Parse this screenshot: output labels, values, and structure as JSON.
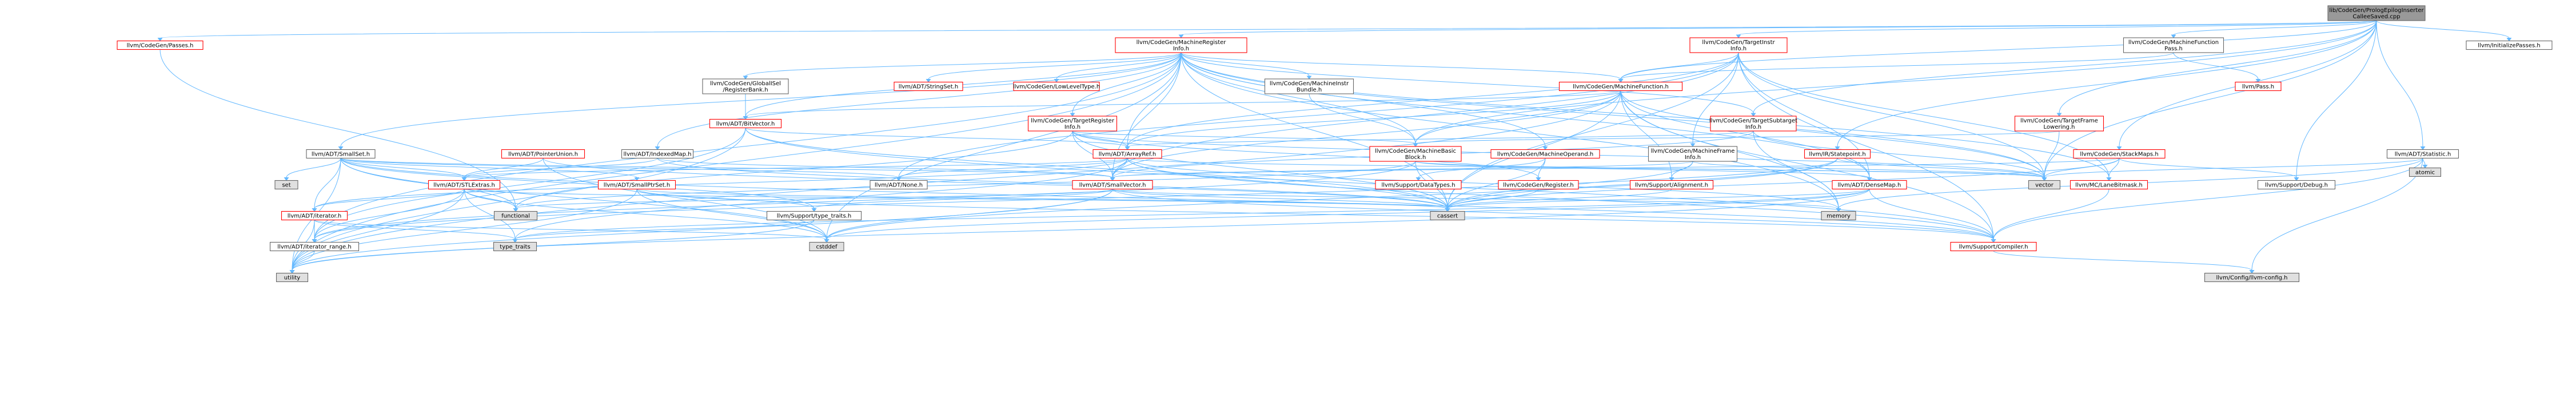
{
  "colors": {
    "root_fill": "#999999",
    "plain_fill": "#ffffff",
    "missing_fill": "#e0e0e0",
    "plain_border": "#666666",
    "red_border": "#ff0000",
    "edge": "#63b8ff"
  },
  "nodes": [
    {
      "id": "root",
      "lines": [
        "lib/CodeGen/PrologEpilogInserter",
        "CalleeSaved.cpp"
      ],
      "kind": "root"
    },
    {
      "id": "passes",
      "lines": [
        "llvm/CodeGen/Passes.h"
      ],
      "kind": "red"
    },
    {
      "id": "mri",
      "lines": [
        "llvm/CodeGen/MachineRegister",
        "Info.h"
      ],
      "kind": "red"
    },
    {
      "id": "tii",
      "lines": [
        "llvm/CodeGen/TargetInstr",
        "Info.h"
      ],
      "kind": "red"
    },
    {
      "id": "mfp",
      "lines": [
        "llvm/CodeGen/MachineFunction",
        "Pass.h"
      ],
      "kind": "plain"
    },
    {
      "id": "initpasses",
      "lines": [
        "llvm/InitializePasses.h"
      ],
      "kind": "plain"
    },
    {
      "id": "gisel",
      "lines": [
        "llvm/CodeGen/GlobalISel",
        "/RegisterBank.h"
      ],
      "kind": "plain"
    },
    {
      "id": "stringset",
      "lines": [
        "llvm/ADT/StringSet.h"
      ],
      "kind": "red"
    },
    {
      "id": "lowlevel",
      "lines": [
        "llvm/CodeGen/LowLevelType.h"
      ],
      "kind": "red"
    },
    {
      "id": "mibundle",
      "lines": [
        "llvm/CodeGen/MachineInstr",
        "Bundle.h"
      ],
      "kind": "plain"
    },
    {
      "id": "mf",
      "lines": [
        "llvm/CodeGen/MachineFunction.h"
      ],
      "kind": "red"
    },
    {
      "id": "pass",
      "lines": [
        "llvm/Pass.h"
      ],
      "kind": "red"
    },
    {
      "id": "bitvector",
      "lines": [
        "llvm/ADT/BitVector.h"
      ],
      "kind": "red"
    },
    {
      "id": "tri",
      "lines": [
        "llvm/CodeGen/TargetRegister",
        "Info.h"
      ],
      "kind": "red"
    },
    {
      "id": "tsi",
      "lines": [
        "llvm/CodeGen/TargetSubtarget",
        "Info.h"
      ],
      "kind": "red"
    },
    {
      "id": "tfl",
      "lines": [
        "llvm/CodeGen/TargetFrame",
        "Lowering.h"
      ],
      "kind": "red"
    },
    {
      "id": "smallset",
      "lines": [
        "llvm/ADT/SmallSet.h"
      ],
      "kind": "plain"
    },
    {
      "id": "ptrunion",
      "lines": [
        "llvm/ADT/PointerUnion.h"
      ],
      "kind": "red"
    },
    {
      "id": "indexedmap",
      "lines": [
        "llvm/ADT/IndexedMap.h"
      ],
      "kind": "plain"
    },
    {
      "id": "arrayref",
      "lines": [
        "llvm/ADT/ArrayRef.h"
      ],
      "kind": "red"
    },
    {
      "id": "mbb",
      "lines": [
        "llvm/CodeGen/MachineBasic",
        "Block.h"
      ],
      "kind": "red"
    },
    {
      "id": "mo",
      "lines": [
        "llvm/CodeGen/MachineOperand.h"
      ],
      "kind": "red"
    },
    {
      "id": "mfi",
      "lines": [
        "llvm/CodeGen/MachineFrame",
        "Info.h"
      ],
      "kind": "plain"
    },
    {
      "id": "statepoint",
      "lines": [
        "llvm/IR/Statepoint.h"
      ],
      "kind": "red"
    },
    {
      "id": "stackmaps",
      "lines": [
        "llvm/CodeGen/StackMaps.h"
      ],
      "kind": "red"
    },
    {
      "id": "statistic",
      "lines": [
        "llvm/ADT/Statistic.h"
      ],
      "kind": "plain"
    },
    {
      "id": "atomic",
      "lines": [
        "atomic"
      ],
      "kind": "missing"
    },
    {
      "id": "set",
      "lines": [
        "set"
      ],
      "kind": "missing"
    },
    {
      "id": "stlextras",
      "lines": [
        "llvm/ADT/STLExtras.h"
      ],
      "kind": "red"
    },
    {
      "id": "smallptrset",
      "lines": [
        "llvm/ADT/SmallPtrSet.h"
      ],
      "kind": "red"
    },
    {
      "id": "none",
      "lines": [
        "llvm/ADT/None.h"
      ],
      "kind": "plain"
    },
    {
      "id": "smallvector",
      "lines": [
        "llvm/ADT/SmallVector.h"
      ],
      "kind": "red"
    },
    {
      "id": "datatypes",
      "lines": [
        "llvm/Support/DataTypes.h"
      ],
      "kind": "red"
    },
    {
      "id": "register",
      "lines": [
        "llvm/CodeGen/Register.h"
      ],
      "kind": "red"
    },
    {
      "id": "alignment",
      "lines": [
        "llvm/Support/Alignment.h"
      ],
      "kind": "red"
    },
    {
      "id": "densemap",
      "lines": [
        "llvm/ADT/DenseMap.h"
      ],
      "kind": "red"
    },
    {
      "id": "lanebitmask",
      "lines": [
        "llvm/MC/LaneBitmask.h"
      ],
      "kind": "red"
    },
    {
      "id": "vector",
      "lines": [
        "vector"
      ],
      "kind": "missing"
    },
    {
      "id": "debug",
      "lines": [
        "llvm/Support/Debug.h"
      ],
      "kind": "plain"
    },
    {
      "id": "iterator",
      "lines": [
        "llvm/ADT/iterator.h"
      ],
      "kind": "red"
    },
    {
      "id": "functional",
      "lines": [
        "functional"
      ],
      "kind": "missing"
    },
    {
      "id": "typetraitsh",
      "lines": [
        "llvm/Support/type_traits.h"
      ],
      "kind": "plain"
    },
    {
      "id": "cassert",
      "lines": [
        "cassert"
      ],
      "kind": "missing"
    },
    {
      "id": "memory",
      "lines": [
        "memory"
      ],
      "kind": "missing"
    },
    {
      "id": "typetraits",
      "lines": [
        "type_traits"
      ],
      "kind": "missing"
    },
    {
      "id": "cstddef",
      "lines": [
        "cstddef"
      ],
      "kind": "missing"
    },
    {
      "id": "iterrange",
      "lines": [
        "llvm/ADT/iterator_range.h"
      ],
      "kind": "plain"
    },
    {
      "id": "compiler",
      "lines": [
        "llvm/Support/Compiler.h"
      ],
      "kind": "red"
    },
    {
      "id": "utility",
      "lines": [
        "utility"
      ],
      "kind": "missing"
    },
    {
      "id": "llvmconfig",
      "lines": [
        "llvm/Config/llvm-config.h"
      ],
      "kind": "missing"
    }
  ],
  "edges": [
    [
      "root",
      "passes"
    ],
    [
      "root",
      "mri"
    ],
    [
      "root",
      "tii"
    ],
    [
      "root",
      "mfp"
    ],
    [
      "root",
      "initpasses"
    ],
    [
      "root",
      "mf"
    ],
    [
      "root",
      "mbb"
    ],
    [
      "root",
      "tfl"
    ],
    [
      "root",
      "tsi"
    ],
    [
      "root",
      "statistic"
    ],
    [
      "root",
      "debug"
    ],
    [
      "root",
      "vector"
    ],
    [
      "root",
      "statepoint"
    ],
    [
      "root",
      "stackmaps"
    ],
    [
      "passes",
      "functional"
    ],
    [
      "mri",
      "gisel"
    ],
    [
      "mri",
      "stringset"
    ],
    [
      "mri",
      "lowlevel"
    ],
    [
      "mri",
      "mibundle"
    ],
    [
      "mri",
      "mf"
    ],
    [
      "mri",
      "bitvector"
    ],
    [
      "mri",
      "tri"
    ],
    [
      "mri",
      "tsi"
    ],
    [
      "mri",
      "smallset"
    ],
    [
      "mri",
      "indexedmap"
    ],
    [
      "mri",
      "arrayref"
    ],
    [
      "mri",
      "mbb"
    ],
    [
      "mri",
      "mo"
    ],
    [
      "mri",
      "smallvector"
    ],
    [
      "mri",
      "densemap"
    ],
    [
      "mri",
      "lanebitmask"
    ],
    [
      "mri",
      "vector"
    ],
    [
      "mri",
      "iterrange"
    ],
    [
      "mri",
      "utility"
    ],
    [
      "mri",
      "cassert"
    ],
    [
      "mri",
      "cstddef"
    ],
    [
      "mri",
      "memory"
    ],
    [
      "tii",
      "mf"
    ],
    [
      "tii",
      "mfi"
    ],
    [
      "tii",
      "arrayref"
    ],
    [
      "tii",
      "densemap"
    ],
    [
      "tii",
      "none"
    ],
    [
      "tii",
      "smallvector"
    ],
    [
      "tii",
      "cassert"
    ],
    [
      "tii",
      "compiler"
    ],
    [
      "tii",
      "vector"
    ],
    [
      "tii",
      "lanebitmask"
    ],
    [
      "mfp",
      "pass"
    ],
    [
      "mfp",
      "mf"
    ],
    [
      "gisel",
      "bitvector"
    ],
    [
      "mibundle",
      "mbb"
    ],
    [
      "mf",
      "bitvector"
    ],
    [
      "mf",
      "arrayref"
    ],
    [
      "mf",
      "densemap"
    ],
    [
      "mf",
      "smallvector"
    ],
    [
      "mf",
      "mbb"
    ],
    [
      "mf",
      "cassert"
    ],
    [
      "mf",
      "compiler"
    ],
    [
      "mf",
      "memory"
    ],
    [
      "mf",
      "utility"
    ],
    [
      "mf",
      "vector"
    ],
    [
      "mf",
      "alignment"
    ],
    [
      "bitvector",
      "arrayref"
    ],
    [
      "bitvector",
      "iterrange"
    ],
    [
      "bitvector",
      "compiler"
    ],
    [
      "bitvector",
      "cassert"
    ],
    [
      "bitvector",
      "utility"
    ],
    [
      "tri",
      "arrayref"
    ],
    [
      "tri",
      "smallvector"
    ],
    [
      "tri",
      "mbb"
    ],
    [
      "tri",
      "register"
    ],
    [
      "tri",
      "cassert"
    ],
    [
      "tri",
      "functional"
    ],
    [
      "tri",
      "vector"
    ],
    [
      "tsi",
      "arrayref"
    ],
    [
      "tsi",
      "smallvector"
    ],
    [
      "tsi",
      "vector"
    ],
    [
      "tsi",
      "memory"
    ],
    [
      "tfl",
      "mbb"
    ],
    [
      "tfl",
      "vector"
    ],
    [
      "smallset",
      "set"
    ],
    [
      "smallset",
      "stlextras"
    ],
    [
      "smallset",
      "smallptrset"
    ],
    [
      "smallset",
      "none"
    ],
    [
      "smallset",
      "smallvector"
    ],
    [
      "smallset",
      "iterator"
    ],
    [
      "smallset",
      "compiler"
    ],
    [
      "smallset",
      "typetraitsh"
    ],
    [
      "smallset",
      "cstddef"
    ],
    [
      "smallset",
      "functional"
    ],
    [
      "smallset",
      "utility"
    ],
    [
      "ptrunion",
      "stlextras"
    ],
    [
      "ptrunion",
      "cassert"
    ],
    [
      "ptrunion",
      "cstddef"
    ],
    [
      "indexedmap",
      "smallvector"
    ],
    [
      "indexedmap",
      "stlextras"
    ],
    [
      "indexedmap",
      "cassert"
    ],
    [
      "arrayref",
      "none"
    ],
    [
      "arrayref",
      "smallvector"
    ],
    [
      "arrayref",
      "stlextras"
    ],
    [
      "arrayref",
      "compiler"
    ],
    [
      "arrayref",
      "cassert"
    ],
    [
      "arrayref",
      "iterator"
    ],
    [
      "arrayref",
      "memory"
    ],
    [
      "arrayref",
      "typetraits"
    ],
    [
      "arrayref",
      "vector"
    ],
    [
      "mbb",
      "densemap"
    ],
    [
      "mbb",
      "iterrange"
    ],
    [
      "mbb",
      "cassert"
    ],
    [
      "mbb",
      "functional"
    ],
    [
      "mbb",
      "vector"
    ],
    [
      "mo",
      "datatypes"
    ],
    [
      "mo",
      "register"
    ],
    [
      "mo",
      "cassert"
    ],
    [
      "mfi",
      "smallvector"
    ],
    [
      "mfi",
      "alignment"
    ],
    [
      "mfi",
      "cassert"
    ],
    [
      "mfi",
      "vector"
    ],
    [
      "statepoint",
      "iterrange"
    ],
    [
      "statepoint",
      "cassert"
    ],
    [
      "statepoint",
      "cstddef"
    ],
    [
      "statepoint",
      "vector"
    ],
    [
      "stackmaps",
      "smallvector"
    ],
    [
      "stackmaps",
      "debug"
    ],
    [
      "stackmaps",
      "cassert"
    ],
    [
      "stackmaps",
      "vector"
    ],
    [
      "stackmaps",
      "lanebitmask"
    ],
    [
      "statistic",
      "atomic"
    ],
    [
      "statistic",
      "memory"
    ],
    [
      "statistic",
      "compiler"
    ],
    [
      "statistic",
      "llvmconfig"
    ],
    [
      "statistic",
      "vector"
    ],
    [
      "stlextras",
      "iterator"
    ],
    [
      "stlextras",
      "iterrange"
    ],
    [
      "stlextras",
      "functional"
    ],
    [
      "stlextras",
      "typetraits"
    ],
    [
      "stlextras",
      "utility"
    ],
    [
      "stlextras",
      "cstddef"
    ],
    [
      "stlextras",
      "cassert"
    ],
    [
      "smallptrset",
      "typetraitsh"
    ],
    [
      "smallptrset",
      "compiler"
    ],
    [
      "smallptrset",
      "cassert"
    ],
    [
      "smallptrset",
      "cstddef"
    ],
    [
      "smallptrset",
      "utility"
    ],
    [
      "smallvector",
      "compiler"
    ],
    [
      "smallvector",
      "typetraitsh"
    ],
    [
      "smallvector",
      "cassert"
    ],
    [
      "smallvector",
      "cstddef"
    ],
    [
      "smallvector",
      "functional"
    ],
    [
      "smallvector",
      "memory"
    ],
    [
      "smallvector",
      "utility"
    ],
    [
      "register",
      "cassert"
    ],
    [
      "alignment",
      "cassert"
    ],
    [
      "densemap",
      "compiler"
    ],
    [
      "densemap",
      "cassert"
    ],
    [
      "densemap",
      "typetraits"
    ],
    [
      "densemap",
      "utility"
    ],
    [
      "densemap",
      "cstddef"
    ],
    [
      "lanebitmask",
      "compiler"
    ],
    [
      "iterator",
      "iterrange"
    ],
    [
      "iterator",
      "typetraits"
    ],
    [
      "iterator",
      "utility"
    ],
    [
      "iterator",
      "cstddef"
    ],
    [
      "typetraitsh",
      "typetraits"
    ],
    [
      "typetraitsh",
      "utility"
    ],
    [
      "iterrange",
      "utility"
    ],
    [
      "compiler",
      "llvmconfig"
    ]
  ]
}
